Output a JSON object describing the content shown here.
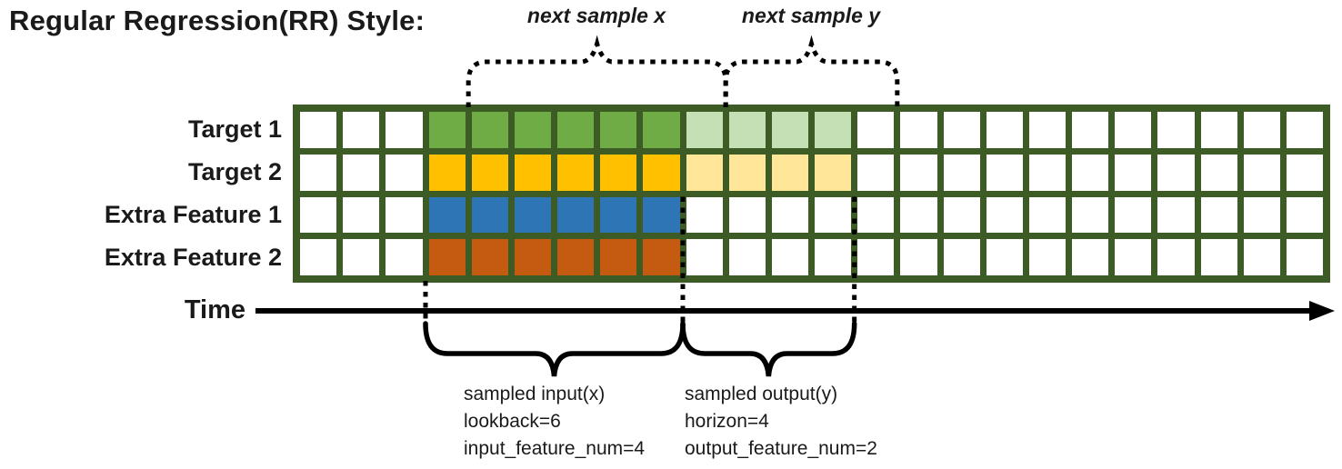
{
  "title": "Regular Regression(RR) Style:",
  "top_annotations": {
    "next_sample_x": "next sample x",
    "next_sample_y": "next sample y"
  },
  "time_axis": {
    "label": "Time"
  },
  "grid": {
    "num_columns": 24,
    "num_rows": 4,
    "input_columns": {
      "start": 4,
      "end": 9
    },
    "output_columns": {
      "start": 10,
      "end": 13
    },
    "next_sample_shift": 1,
    "border_color": "#3C5B25",
    "cell_background": "#FFFFFF",
    "rows": [
      {
        "label": "Target 1",
        "input_color": "#6FAC46",
        "output_color": "#C5E0B4",
        "has_output": true
      },
      {
        "label": "Target 2",
        "input_color": "#FFC000",
        "output_color": "#FFE699",
        "has_output": true
      },
      {
        "label": "Extra Feature 1",
        "input_color": "#2E75B6",
        "output_color": null,
        "has_output": false
      },
      {
        "label": "Extra Feature 2",
        "input_color": "#C55A11",
        "output_color": null,
        "has_output": false
      }
    ]
  },
  "bottom_annotations": {
    "input": {
      "lines": [
        "sampled input(x)",
        "lookback=6",
        "input_feature_num=4"
      ]
    },
    "output": {
      "lines": [
        "sampled output(y)",
        "horizon=4",
        "output_feature_num=2"
      ]
    }
  },
  "annotation_color": "#000000"
}
